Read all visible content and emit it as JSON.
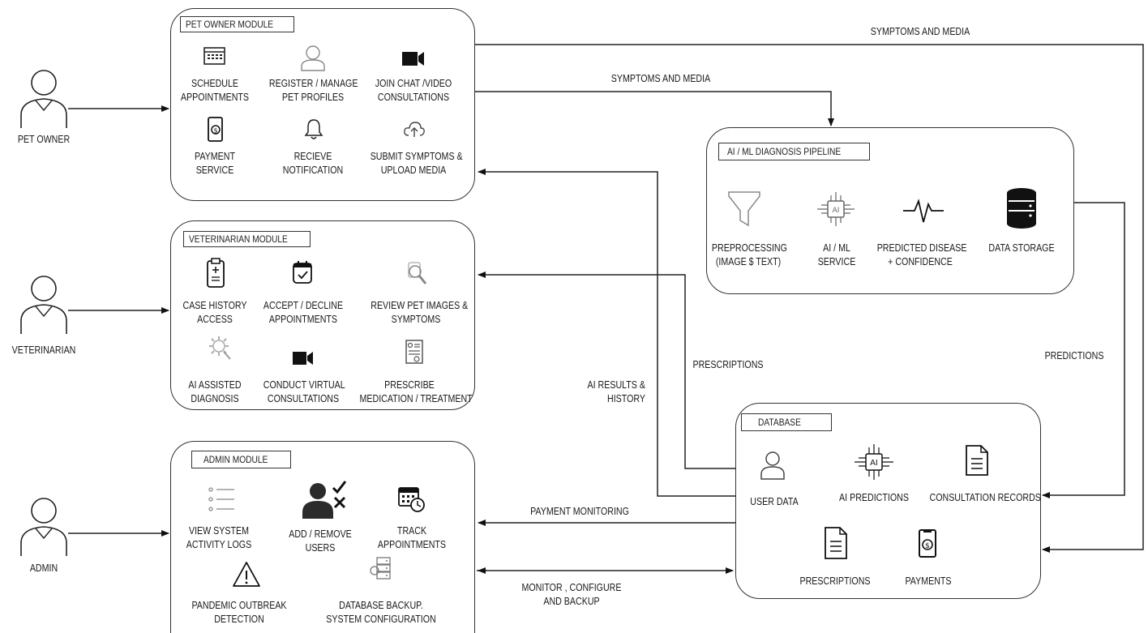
{
  "actors": {
    "pet_owner": "PET OWNER",
    "veterinarian": "VETERINARIAN",
    "admin": "ADMIN"
  },
  "pet_owner_module": {
    "title": "PET OWNER MODULE",
    "items": [
      {
        "line1": "SCHEDULE",
        "line2": "APPOINTMENTS",
        "icon": "calendar-icon"
      },
      {
        "line1": "REGISTER / MANAGE",
        "line2": "PET PROFILES",
        "icon": "user-icon"
      },
      {
        "line1": "JOIN CHAT /VIDEO",
        "line2": "CONSULTATIONS",
        "icon": "video-camera-icon"
      },
      {
        "line1": "PAYMENT",
        "line2": "SERVICE",
        "icon": "payment-phone-icon"
      },
      {
        "line1": "RECIEVE",
        "line2": "NOTIFICATION",
        "icon": "bell-icon"
      },
      {
        "line1": "SUBMIT SYMPTOMS &",
        "line2": "UPLOAD MEDIA",
        "icon": "cloud-upload-icon"
      }
    ]
  },
  "vet_module": {
    "title": "VETERINARIAN MODULE",
    "items": [
      {
        "line1": "CASE HISTORY",
        "line2": "ACCESS",
        "icon": "clipboard-icon"
      },
      {
        "line1": "ACCEPT / DECLINE",
        "line2": "APPOINTMENTS",
        "icon": "calendar-check-icon"
      },
      {
        "line1": "REVIEW PET IMAGES &",
        "line2": "SYMPTOMS",
        "icon": "magnifier-icon"
      },
      {
        "line1": "AI ASSISTED",
        "line2": "DIAGNOSIS",
        "icon": "ai-gear-icon"
      },
      {
        "line1": "CONDUCT VIRTUAL",
        "line2": "CONSULTATIONS",
        "icon": "video-camera-icon"
      },
      {
        "line1": "PRESCRIBE",
        "line2": "MEDICATION / TREATMENT",
        "icon": "prescription-icon"
      }
    ]
  },
  "admin_module": {
    "title": "ADMIN MODULE",
    "items": [
      {
        "line1": "VIEW SYSTEM",
        "line2": "ACTIVITY LOGS",
        "icon": "list-icon"
      },
      {
        "line1": "ADD / REMOVE",
        "line2": "USERS",
        "icon": "user-manage-icon"
      },
      {
        "line1": "TRACK",
        "line2": "APPOINTMENTS",
        "icon": "calendar-clock-icon"
      },
      {
        "line1": "PANDEMIC OUTBREAK",
        "line2": "DETECTION",
        "icon": "warning-icon"
      },
      {
        "line1": "DATABASE BACKUP.",
        "line2": "SYSTEM CONFIGURATION",
        "icon": "server-gear-icon"
      }
    ]
  },
  "pipeline": {
    "title": "AI / ML DIAGNOSIS PIPELINE",
    "steps": [
      {
        "line1": "PREPROCESSING",
        "line2": "(IMAGE $ TEXT)",
        "icon": "funnel-icon"
      },
      {
        "line1": "AI / ML",
        "line2": "SERVICE",
        "icon": "ai-chip-icon"
      },
      {
        "line1": "PREDICTED DISEASE",
        "line2": "+ CONFIDENCE",
        "icon": "pulse-icon"
      },
      {
        "line1": "DATA STORAGE",
        "line2": "",
        "icon": "database-icon"
      }
    ]
  },
  "database": {
    "title": "DATABASE",
    "items": [
      {
        "label": "USER DATA",
        "icon": "user-icon"
      },
      {
        "label": "AI PREDICTIONS",
        "icon": "ai-chip-icon"
      },
      {
        "label": "CONSULTATION RECORDS",
        "icon": "document-icon"
      },
      {
        "label": "PRESCRIPTIONS",
        "icon": "document-icon"
      },
      {
        "label": "PAYMENTS",
        "icon": "payment-phone-icon"
      }
    ]
  },
  "flows": {
    "symptoms_top": "SYMPTOMS AND MEDIA",
    "symptoms_mid": "SYMPTOMS AND MEDIA",
    "prescriptions": "PRESCRIPTIONS",
    "ai_results_1": "AI RESULTS &",
    "ai_results_2": "HISTORY",
    "predictions": "PREDICTIONS",
    "payment_monitoring": "PAYMENT MONITORING",
    "monitor_1": "MONITOR , CONFIGURE",
    "monitor_2": "AND BACKUP"
  }
}
